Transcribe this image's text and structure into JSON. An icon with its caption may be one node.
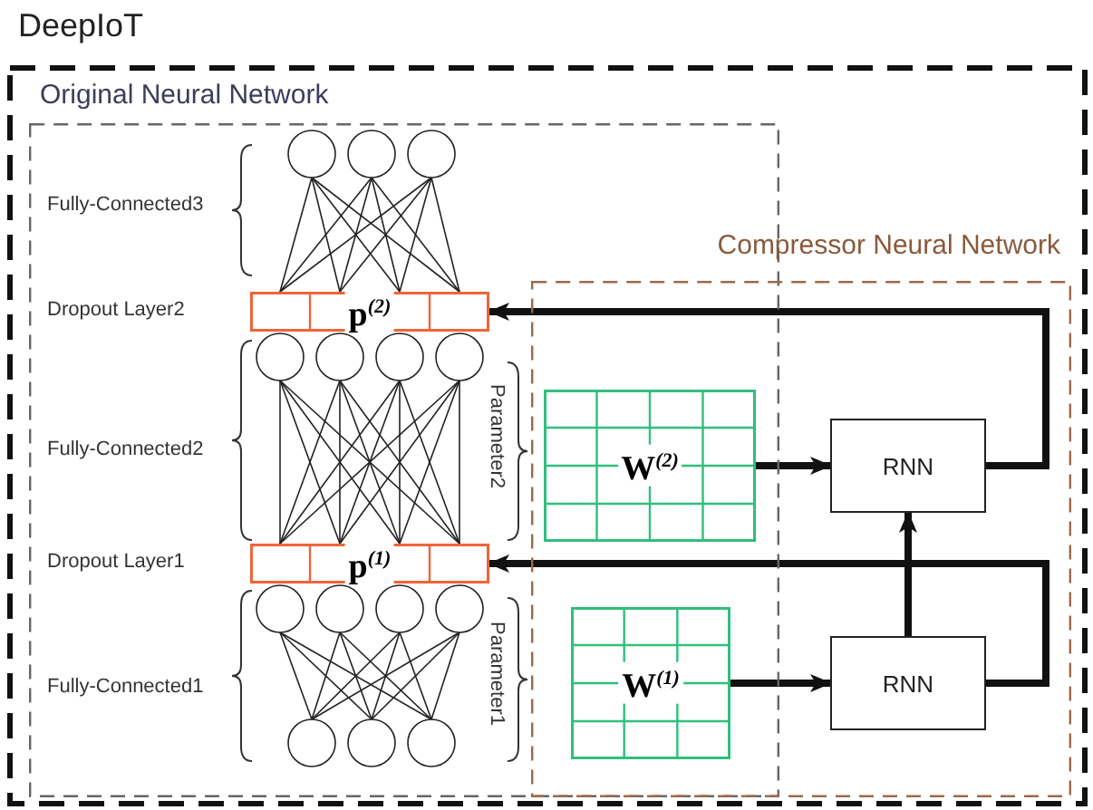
{
  "diagram": {
    "nodes": [
      {
        "text": [
          "DeepIoT"
        ]
      },
      {
        "text": [
          "Original Neural Network"
        ],
        "in": 0
      },
      {
        "text": [
          "Compressor Neural Network"
        ],
        "in": 0
      },
      {
        "text": [
          "p$^{(2)}$"
        ],
        "beside": [
          "Dropout Layer2"
        ],
        "in": 1
      },
      {
        "text": [
          "p$^{(1)}$"
        ],
        "beside": [
          "Dropout Layer1"
        ],
        "in": 1
      },
      {
        "text": [
          "W$^{(2)}$"
        ]
      },
      {
        "text": [
          "W$^{(1)}$"
        ]
      },
      {
        "text": [
          "RNN"
        ],
        "in": 2
      },
      {
        "text": [
          "RNN"
        ],
        "in": 2
      }
    ],
    "edges": [
      {
        "from": 5,
        "to": 7,
        "arrow": "to"
      },
      {
        "from": 6,
        "to": 8,
        "arrow": "to"
      },
      {
        "from": 8,
        "to": 7,
        "arrow": "to"
      },
      {
        "from": 7,
        "to": 3,
        "arrow": "to"
      },
      {
        "from": 8,
        "to": 4,
        "arrow": "to"
      }
    ],
    "labels": [
      "Fully-Connected3",
      "Fully-Connected2",
      "Parameter2",
      "Fully-Connected1",
      "Parameter1"
    ]
  }
}
